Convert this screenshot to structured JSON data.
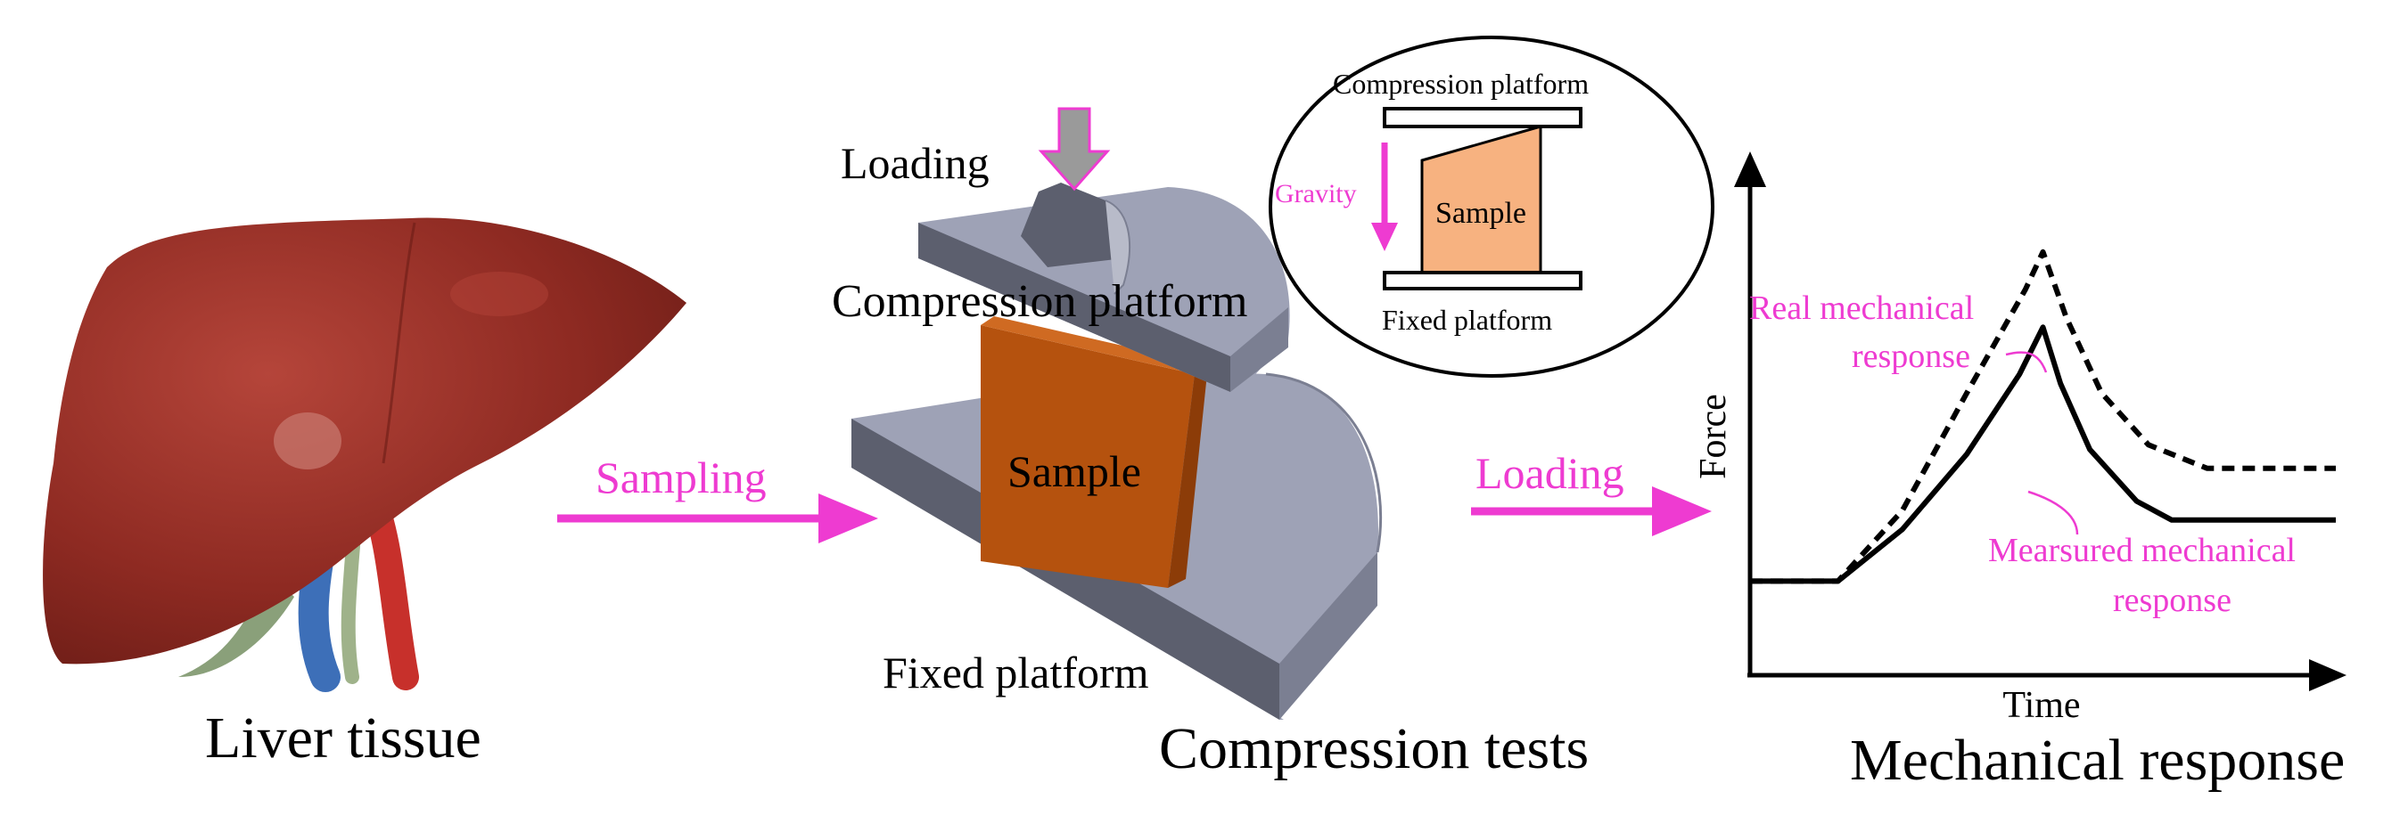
{
  "labels": {
    "liver_caption": "Liver tissue",
    "sampling": "Sampling",
    "loading_arrow": "Loading",
    "loading_top": "Loading",
    "compression_platform": "Compression platform",
    "sample_3d": "Sample",
    "fixed_platform": "Fixed platform",
    "compression_caption": "Compression tests",
    "inset_compression_platform": "Compression platform",
    "inset_gravity": "Gravity",
    "inset_sample": "Sample",
    "inset_fixed_platform": "Fixed platform",
    "graph_ylabel": "Force",
    "graph_xlabel": "Time",
    "real_response": "Real mechanical response",
    "real_response_line1": "Real mechanical",
    "real_response_line2": "response",
    "measured_response_line1": "Mearsured mechanical",
    "measured_response_line2": "response",
    "response_caption": "Mechanical response"
  },
  "colors": {
    "accent": "#ee3bd1",
    "liver": "#8e2a22",
    "liver_highlight": "#b5453a",
    "platform": "#9ea2b6",
    "platform_dark": "#5c5f6e",
    "sample_3d": "#b5520e",
    "sample_inset": "#f7b280",
    "vessel_red": "#c7302b",
    "vessel_blue": "#3d6fb8",
    "vessel_green": "#9fb28a"
  },
  "chart_data": {
    "type": "line",
    "title": "Mechanical response",
    "xlabel": "Time",
    "ylabel": "Force",
    "ticks": "none",
    "series": [
      {
        "name": "Real mechanical response",
        "style": "dashed",
        "x": [
          0,
          15,
          26,
          37,
          47,
          50,
          54,
          60,
          68,
          78,
          85,
          100
        ],
        "y": [
          20,
          20,
          35,
          60,
          82,
          90,
          76,
          60,
          49,
          44,
          44,
          44
        ]
      },
      {
        "name": "Mearsured mechanical response",
        "style": "solid",
        "x": [
          0,
          15,
          26,
          37,
          46,
          50,
          53,
          58,
          66,
          72,
          100
        ],
        "y": [
          20,
          20,
          31,
          47,
          64,
          74,
          62,
          48,
          37,
          33,
          33
        ]
      }
    ]
  }
}
